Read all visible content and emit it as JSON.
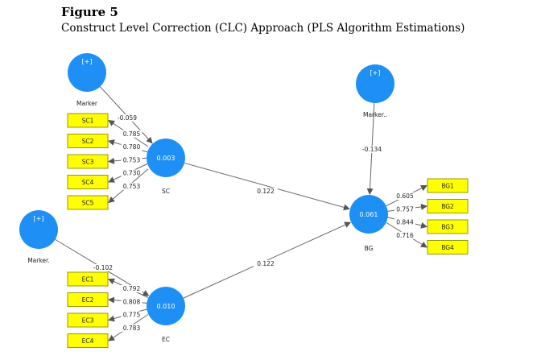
{
  "figure": {
    "label": "Figure 5",
    "caption": "Construct Level Correction (CLC) Approach (PLS Algorithm Estimations)"
  },
  "colors": {
    "node": "#1e90f5",
    "box_fill": "#ffff00",
    "box_border": "#999900",
    "line": "#666666"
  },
  "markers": [
    {
      "id": "marker1",
      "tag": "[+]",
      "label": "Marker"
    },
    {
      "id": "marker2",
      "tag": "[+]",
      "label": "Marker.."
    },
    {
      "id": "marker3",
      "tag": "[+]",
      "label": "Marker."
    }
  ],
  "constructs": [
    {
      "id": "SC",
      "value": "0.003",
      "label": "SC"
    },
    {
      "id": "EC",
      "value": "0.010",
      "label": "EC"
    },
    {
      "id": "BG",
      "value": "0.061",
      "label": "BG"
    }
  ],
  "indicators": {
    "SC": [
      {
        "name": "SC1",
        "loading": "0.785"
      },
      {
        "name": "SC2",
        "loading": "0.780"
      },
      {
        "name": "SC3",
        "loading": "0.753"
      },
      {
        "name": "SC4",
        "loading": "0.730"
      },
      {
        "name": "SC5",
        "loading": "0.753"
      }
    ],
    "EC": [
      {
        "name": "EC1",
        "loading": "0.792"
      },
      {
        "name": "EC2",
        "loading": "0.808"
      },
      {
        "name": "EC3",
        "loading": "0.775"
      },
      {
        "name": "EC4",
        "loading": "0.783"
      }
    ],
    "BG": [
      {
        "name": "BG1",
        "loading": "0.605"
      },
      {
        "name": "BG2",
        "loading": "0.757"
      },
      {
        "name": "BG3",
        "loading": "0.844"
      },
      {
        "name": "BG4",
        "loading": "0.716"
      }
    ]
  },
  "paths": [
    {
      "from": "marker1",
      "to": "SC",
      "coef": "-0.059"
    },
    {
      "from": "marker2",
      "to": "BG",
      "coef": "-0.134"
    },
    {
      "from": "marker3",
      "to": "EC",
      "coef": "-0.102"
    },
    {
      "from": "SC",
      "to": "BG",
      "coef": "0.122"
    },
    {
      "from": "EC",
      "to": "BG",
      "coef": "0.122"
    }
  ]
}
